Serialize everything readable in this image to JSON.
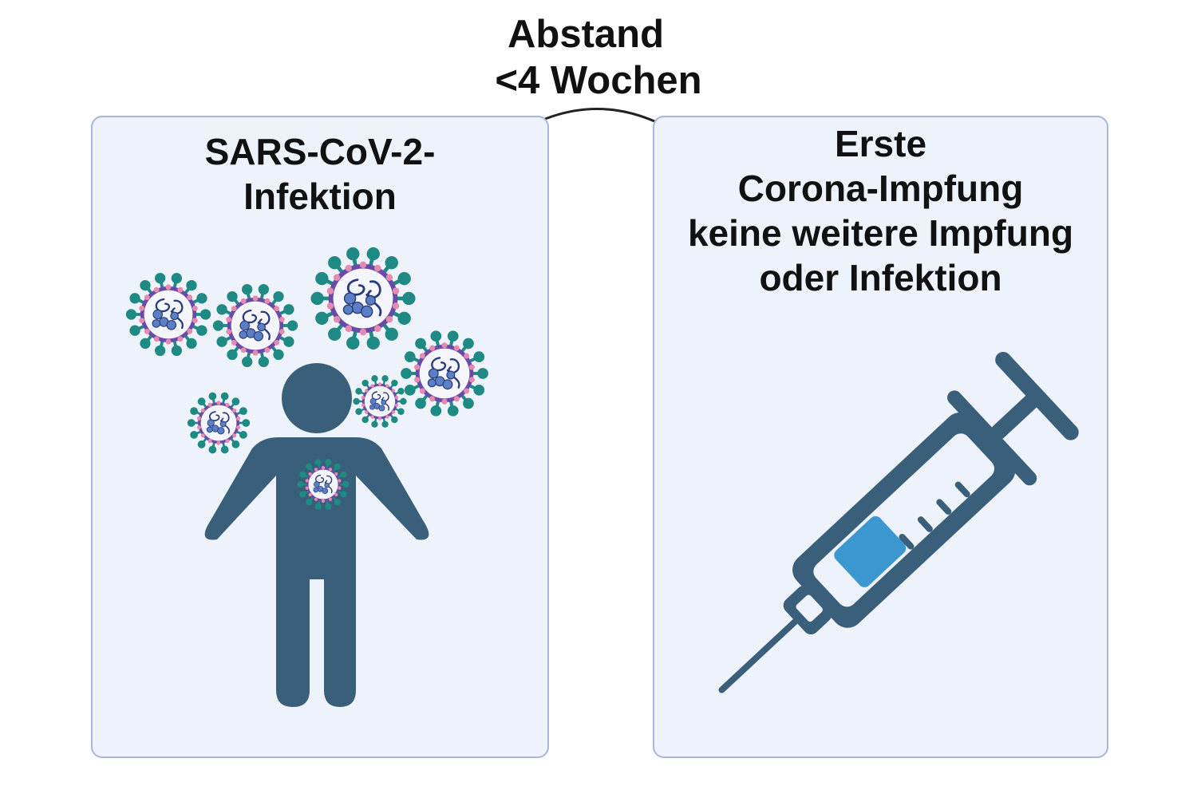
{
  "gap_label": {
    "line1": "Abstand",
    "line2": "<4 Wochen"
  },
  "left_panel": {
    "title_line1": "SARS-CoV-2-",
    "title_line2": "Infektion",
    "figure_icon": "person-icon",
    "virus_icon": "virus-icon"
  },
  "right_panel": {
    "title_line1": "Erste",
    "title_line2": "Corona-Impfung",
    "title_line3": "keine weitere Impfung",
    "title_line4": "oder Infektion",
    "icon": "syringe-icon"
  },
  "colors": {
    "panel_fill": "#eef2fa",
    "panel_border": "#a7b6de",
    "person": "#3a5f7a",
    "virus_spike": "#1f8a84",
    "virus_envelope": "#6a4aa8",
    "virus_protein": "#e58bb0",
    "syringe": "#3a5f7a",
    "vaccine_liquid": "#3b97cf"
  }
}
